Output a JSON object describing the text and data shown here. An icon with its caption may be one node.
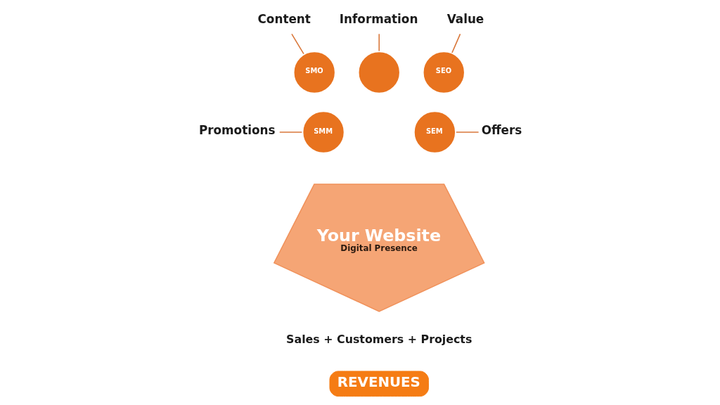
{
  "diagram": {
    "nodes": [
      {
        "text": [
          "Information"
        ]
      },
      {
        "text": [
          "Content"
        ]
      },
      {
        "text": [
          "Value"
        ]
      },
      {
        "text": [
          "SMO"
        ]
      },
      {
        "text": [],
        "shape": "circle"
      },
      {
        "text": [
          "SEO"
        ]
      },
      {
        "text": [
          "Promotions"
        ]
      },
      {
        "text": [
          "Offers"
        ]
      },
      {
        "text": [
          "SMM"
        ]
      },
      {
        "text": [
          "SEM"
        ]
      },
      {
        "text": [
          "Your Website",
          "Digital Presence"
        ]
      },
      {
        "text": [
          "REVENUES"
        ]
      }
    ],
    "edges": [
      {
        "from": 0,
        "to": 4,
        "arrow": "none"
      },
      {
        "from": 1,
        "to": 3,
        "arrow": "none"
      },
      {
        "from": 2,
        "to": 5,
        "arrow": "none"
      },
      {
        "from": 6,
        "to": 8,
        "arrow": "none"
      },
      {
        "from": 9,
        "to": 7,
        "arrow": "none"
      }
    ],
    "labels": [
      "Sales + Customers + Projects"
    ]
  }
}
